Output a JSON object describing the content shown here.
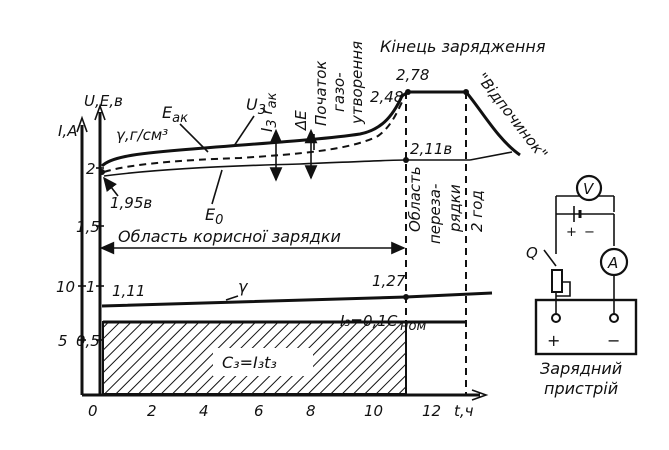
{
  "axes": {
    "y_left_label": "I,A",
    "y_mid_label": "U,E,в",
    "y_density_label": "γ,г/см³",
    "x_label": "t,ч",
    "x_ticks": [
      "0",
      "2",
      "4",
      "6",
      "8",
      "10",
      "12"
    ],
    "y_voltage_ticks": [
      "2",
      "1,5",
      "1",
      "0,5"
    ],
    "y_current_ticks": [
      "10",
      "5"
    ]
  },
  "curves": {
    "emf_charged": "E",
    "emf_charged_sub": "ак",
    "voltage": "U",
    "voltage_sub": "3",
    "emf_open": "E",
    "emf_open_sub": "0",
    "density": "γ",
    "current_drop": "I",
    "current_drop_sub": "3",
    "internal_resistance": "r",
    "internal_resistance_sub": "ак",
    "delta_e": "ΔE"
  },
  "values": {
    "v_start": "1,95в",
    "v_end": "2,48",
    "v_peak": "2,78",
    "v_rest": "2,11в",
    "density_start": "1,11",
    "density_end": "1,27",
    "current": "I₃=0,1C",
    "current_sub": "ном"
  },
  "regions": {
    "useful_charge": "Область корисної зарядки",
    "gas_start_1": "Початок",
    "gas_start_2": "газо-",
    "gas_start_3": "утворення",
    "end_charge": "Кінець зарядження",
    "rest": "\"Відпочинок\"",
    "overcharge_1": "Область",
    "overcharge_2": "переза-",
    "overcharge_3": "рядки",
    "overcharge_time": "2 год",
    "capacity": "C₃=I₃t₃"
  },
  "circuit": {
    "voltmeter": "V",
    "ammeter": "A",
    "switch": "Q",
    "plus": "+",
    "minus": "−",
    "caption_1": "Зарядний",
    "caption_2": "пристрій"
  }
}
